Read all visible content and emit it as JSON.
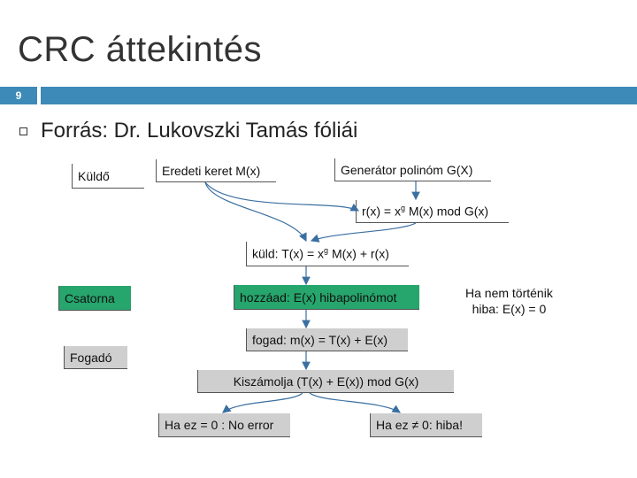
{
  "slide": {
    "title": "CRC áttekintés",
    "number": "9",
    "bullet": "Forrás: Dr. Lukovszki Tamás fóliái",
    "accent_color": "#3d8ab8"
  },
  "diagram": {
    "left_labels": {
      "sender": "Küldő",
      "channel": "Csatorna",
      "receiver": "Fogadó"
    },
    "boxes": {
      "original_frame": "Eredeti keret M(x)",
      "generator": "Generátor polinóm G(X)",
      "remainder_pre": "r(x) = x",
      "remainder_post": " M(x) mod G(x)",
      "send_pre": "küld: T(x) = x",
      "send_post": " M(x) + r(x)",
      "add_error": "hozzáad: E(x) hibapolinómot",
      "receive": "fogad: m(x) = T(x) + E(x)",
      "compute": "Kiszámolja  (T(x) + E(x)) mod G(x)",
      "zero": "Ha ez = 0 : No error",
      "nonzero": "Ha ez ≠ 0: hiba!"
    },
    "superscript": "g",
    "note_line1": "Ha nem történik",
    "note_line2": "hiba: E(x) = 0",
    "channel_color": "#26a56c",
    "box_gray": "#cfcfcf"
  }
}
